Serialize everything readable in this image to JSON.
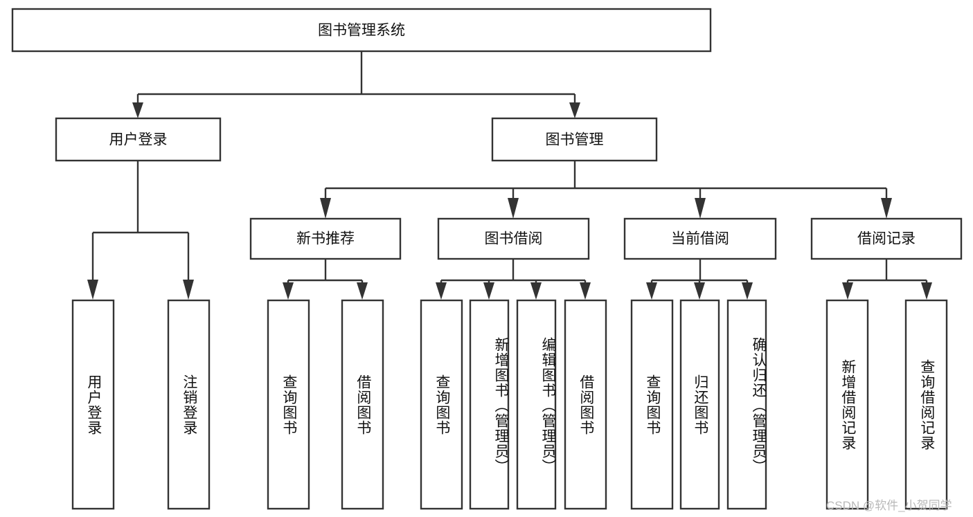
{
  "diagram": {
    "title": "图书管理系统",
    "type": "tree-hierarchy",
    "root": {
      "label": "图书管理系统"
    },
    "level2": [
      {
        "label": "用户登录"
      },
      {
        "label": "图书管理"
      }
    ],
    "level3": [
      {
        "label": "新书推荐"
      },
      {
        "label": "图书借阅"
      },
      {
        "label": "当前借阅"
      },
      {
        "label": "借阅记录"
      }
    ],
    "leaves": {
      "user_login": [
        {
          "label": "用户登录"
        },
        {
          "label": "注销登录"
        }
      ],
      "new_book_recommend": [
        {
          "label": "查询图书"
        },
        {
          "label": "借阅图书"
        }
      ],
      "book_borrow": [
        {
          "label": "查询图书"
        },
        {
          "label": "新增图书（管理员）"
        },
        {
          "label": "编辑图书（管理员）"
        },
        {
          "label": "借阅图书"
        }
      ],
      "current_borrow": [
        {
          "label": "查询图书"
        },
        {
          "label": "归还图书"
        },
        {
          "label": "确认归还（管理员）"
        }
      ],
      "borrow_record": [
        {
          "label": "新增借阅记录"
        },
        {
          "label": "查询借阅记录"
        }
      ]
    }
  },
  "watermark": {
    "text": "CSDN @软件_小贺同学"
  },
  "colors": {
    "stroke": "#333333",
    "box_fill": "#ffffff",
    "text": "#111111",
    "watermark": "#b9b9b9",
    "background": "#ffffff"
  }
}
